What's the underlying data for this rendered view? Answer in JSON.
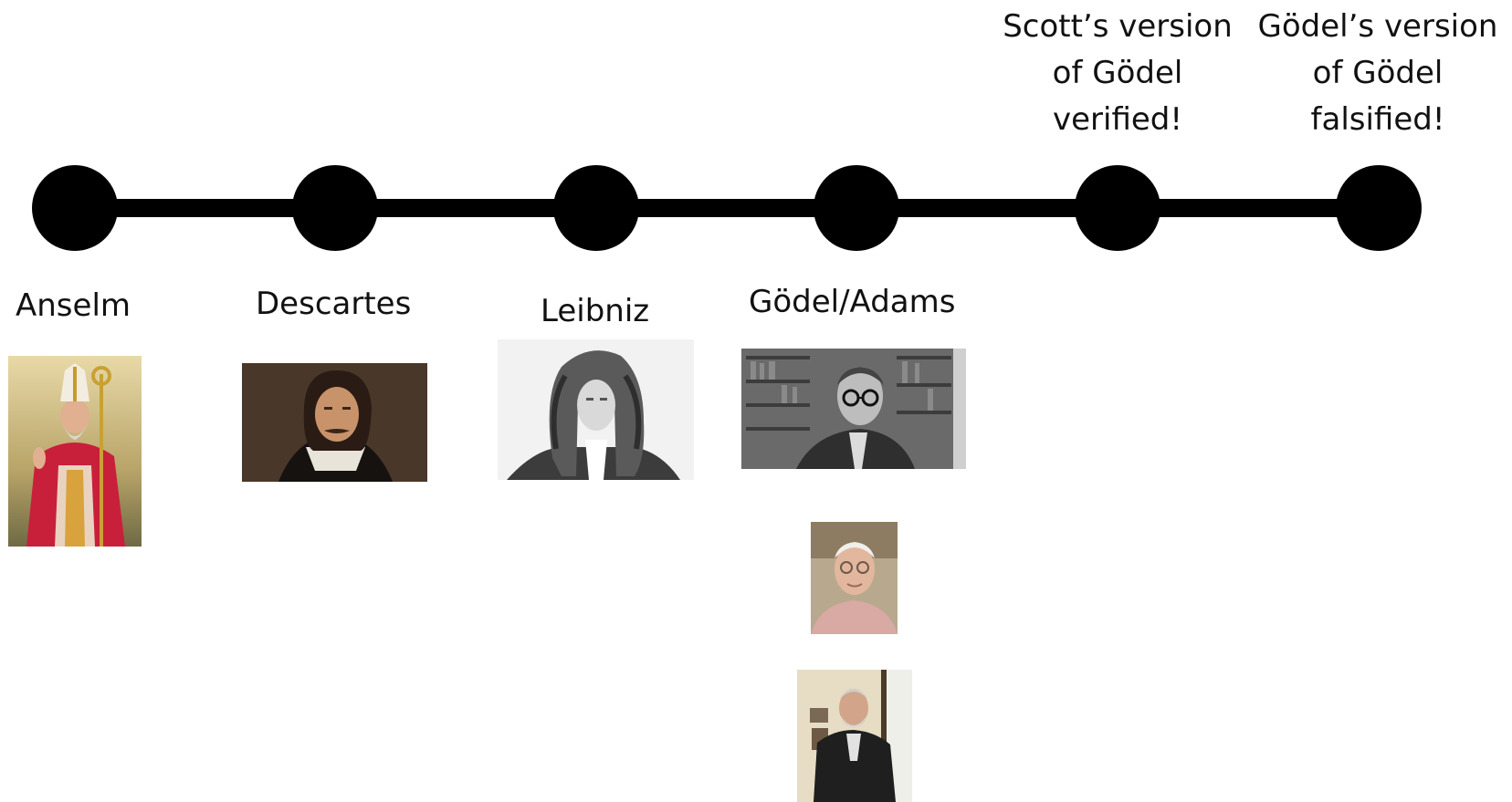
{
  "timeline": {
    "people": [
      {
        "name": "Anselm",
        "portrait": "anselm-portrait"
      },
      {
        "name": "Descartes",
        "portrait": "descartes-portrait"
      },
      {
        "name": "Leibniz",
        "portrait": "leibniz-portrait"
      },
      {
        "name": "Gödel/Adams",
        "portrait": "godel-portrait"
      }
    ],
    "events": [
      {
        "lines": [
          "Scott’s version",
          "of Gödel",
          "verified!"
        ]
      },
      {
        "lines": [
          "Gödel’s version",
          "of Gödel",
          "falsified!"
        ]
      }
    ],
    "node_count": 6,
    "colors": {
      "line": "#000000",
      "node": "#000000",
      "text": "#111111"
    }
  },
  "extra_portraits": [
    "adams-portrait",
    "oppenheimer-portrait"
  ]
}
